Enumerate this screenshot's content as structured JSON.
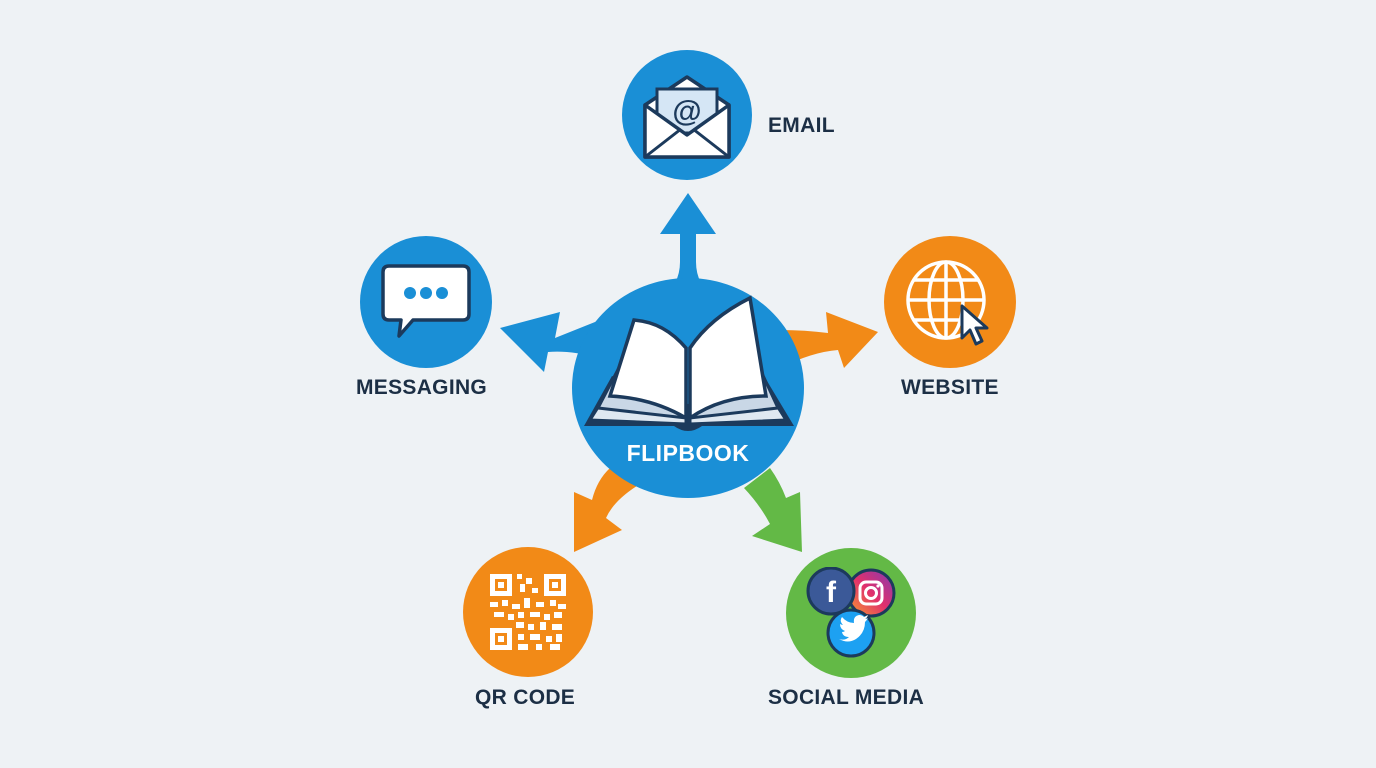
{
  "diagram": {
    "center": {
      "label": "FLIPBOOK",
      "icon": "open-book-icon",
      "color": "#1a8fd6"
    },
    "nodes": [
      {
        "id": "email",
        "label": "EMAIL",
        "icon": "envelope-at-icon",
        "color": "#1a8fd6",
        "arrow_color": "#1a8fd6"
      },
      {
        "id": "website",
        "label": "WEBSITE",
        "icon": "globe-cursor-icon",
        "color": "#f28a17",
        "arrow_color": "#f28a17"
      },
      {
        "id": "social",
        "label": "SOCIAL MEDIA",
        "icon": "social-logos-icon",
        "color": "#63b946",
        "arrow_color": "#63b946"
      },
      {
        "id": "qr",
        "label": "QR CODE",
        "icon": "qr-code-icon",
        "color": "#f28a17",
        "arrow_color": "#f28a17"
      },
      {
        "id": "messaging",
        "label": "MESSAGING",
        "icon": "chat-bubble-icon",
        "color": "#1a8fd6",
        "arrow_color": "#1a8fd6"
      }
    ],
    "colors": {
      "background": "#eef2f5",
      "label_text": "#1c2f45",
      "icon_outline": "#1c3a5c"
    }
  }
}
